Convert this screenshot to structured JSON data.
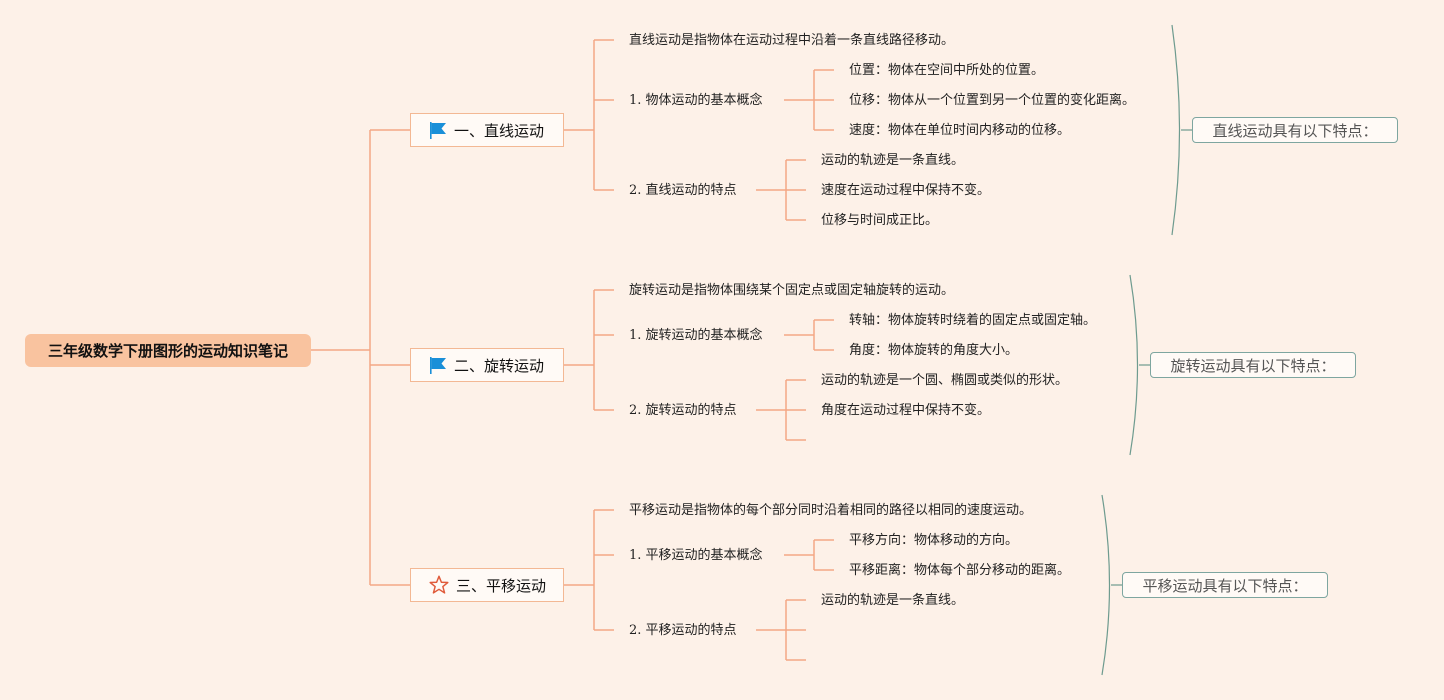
{
  "root": {
    "label": "三年级数学下册图形的运动知识笔记"
  },
  "branches": [
    {
      "label": "一、直线运动",
      "icon": "blue-flag-icon",
      "definition": "直线运动是指物体在运动过程中沿着一条直线路径移动。",
      "concept_heading": "1. 物体运动的基本概念",
      "concepts": [
        "位置：物体在空间中所处的位置。",
        "位移：物体从一个位置到另一个位置的变化距离。",
        "速度：物体在单位时间内移动的位移。"
      ],
      "feature_heading": "2. 直线运动的特点",
      "features": [
        "运动的轨迹是一条直线。",
        "速度在运动过程中保持不变。",
        "位移与时间成正比。"
      ],
      "summary": "直线运动具有以下特点："
    },
    {
      "label": "二、旋转运动",
      "icon": "blue-flag-icon",
      "definition": "旋转运动是指物体围绕某个固定点或固定轴旋转的运动。",
      "concept_heading": "1. 旋转运动的基本概念",
      "concepts": [
        "转轴：物体旋转时绕着的固定点或固定轴。",
        "角度：物体旋转的角度大小。"
      ],
      "feature_heading": "2. 旋转运动的特点",
      "features": [
        "运动的轨迹是一个圆、椭圆或类似的形状。",
        "角度在运动过程中保持不变。",
        ""
      ],
      "summary": "旋转运动具有以下特点："
    },
    {
      "label": "三、平移运动",
      "icon": "red-star-outline-icon",
      "definition": "平移运动是指物体的每个部分同时沿着相同的路径以相同的速度运动。",
      "concept_heading": "1. 平移运动的基本概念",
      "concepts": [
        "平移方向：物体移动的方向。",
        "平移距离：物体每个部分移动的距离。"
      ],
      "feature_heading": "2. 平移运动的特点",
      "features": [
        "运动的轨迹是一条直线。",
        "",
        ""
      ],
      "summary": "平移运动具有以下特点："
    }
  ],
  "colors": {
    "background": "#fdf1e8",
    "connector": "#f3a885",
    "root_fill": "#f9c39f",
    "flag": "#1a8fd8",
    "star": "#e05a3a",
    "brace": "#6e9b8f"
  }
}
